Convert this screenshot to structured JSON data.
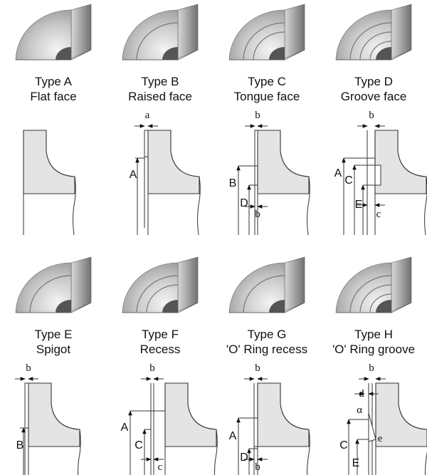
{
  "types": [
    {
      "name": "Type A",
      "face": "Flat face",
      "dims": []
    },
    {
      "name": "Type B",
      "face": "Raised face",
      "dims": [
        "a",
        "A"
      ]
    },
    {
      "name": "Type C",
      "face": "Tongue face",
      "dims": [
        "b",
        "B",
        "D",
        "b"
      ]
    },
    {
      "name": "Type D",
      "face": "Groove face",
      "dims": [
        "b",
        "A",
        "C",
        "E",
        "c"
      ]
    },
    {
      "name": "Type E",
      "face": "Spigot",
      "dims": [
        "b",
        "B"
      ]
    },
    {
      "name": "Type F",
      "face": "Recess",
      "dims": [
        "b",
        "A",
        "C",
        "c"
      ]
    },
    {
      "name": "Type G",
      "face": "'O' Ring recess",
      "dims": [
        "b",
        "A",
        "D",
        "b"
      ]
    },
    {
      "name": "Type H",
      "face": "'O' Ring groove",
      "dims": [
        "b",
        "d",
        "α",
        "e",
        "C",
        "E"
      ]
    }
  ],
  "colors": {
    "section_fill": "#e4e4e4",
    "line": "#333333"
  }
}
